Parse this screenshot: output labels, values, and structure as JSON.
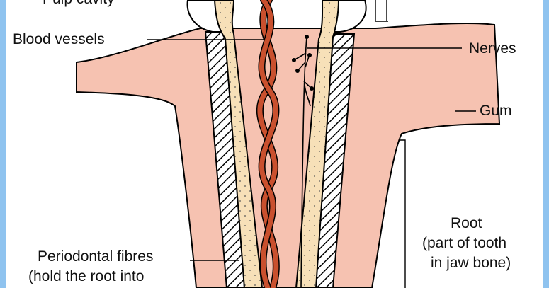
{
  "labels": {
    "pulp_cavity": "Pulp cavity",
    "blood_vessels": "Blood vessels",
    "nerves": "Nerves",
    "gum": "Gum",
    "root_line1": "Root",
    "root_line2": "(part of tooth",
    "root_line3": "in jaw bone)",
    "periodontal_line1": "Periodontal fibres",
    "periodontal_line2": "(hold the root into"
  },
  "colors": {
    "background_frame": "#8fc3ef",
    "canvas": "#ffffff",
    "gum": "#f6c2b1",
    "dentine": "#f7e0b8",
    "blood_vessel": "#c9502e",
    "outline": "#000000"
  }
}
